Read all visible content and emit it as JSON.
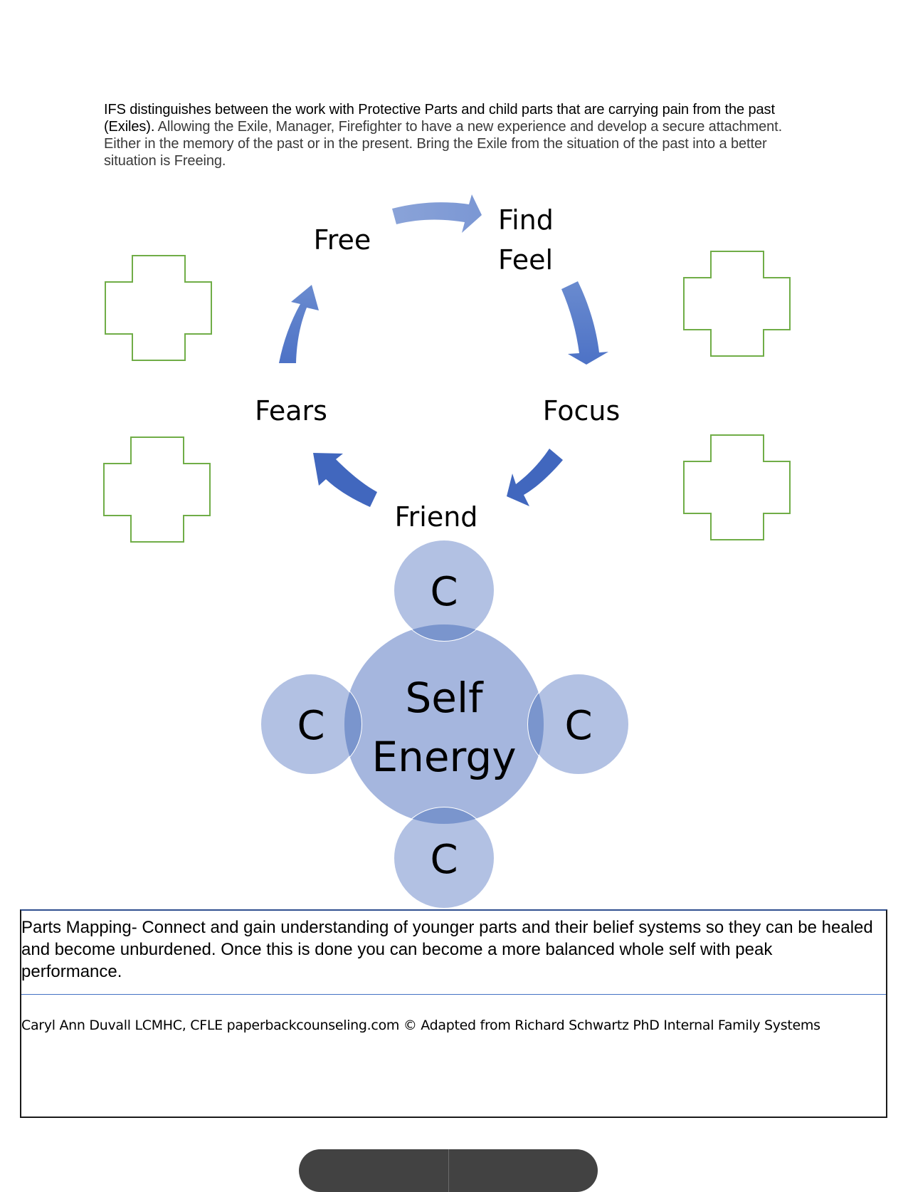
{
  "intro": {
    "lead": "IFS distinguishes between the work with Protective Parts and child parts that are carrying pain from the past (Exiles).",
    "rest": " Allowing the Exile, Manager, Firefighter to have a new experience and develop a secure attachment. Either in the memory of the past or in the present.  Bring the Exile from the situation of the past into a better situation is Freeing."
  },
  "cycle": {
    "steps": [
      "Free",
      "Find",
      "Feel",
      "Focus",
      "Friend",
      "Fears"
    ],
    "arrow_color": "#4472c4"
  },
  "self_energy": {
    "center_line1": "Self",
    "center_line2": "Energy",
    "satellites": [
      "C",
      "C",
      "C",
      "C"
    ],
    "fill_color": "#a5b6de",
    "overlap_color": "#7a95cd"
  },
  "decorations": {
    "cross_color": "#70ad47"
  },
  "bottom_box": {
    "description": "Parts Mapping- Connect and gain understanding of younger parts and their belief systems so they can be healed and become unburdened. Once this is done you can become a more balanced whole self with peak performance.",
    "credit": "Caryl Ann Duvall LCMHC, CFLE paperbackcounseling.com © Adapted from Richard Schwartz PhD Internal Family Systems"
  }
}
